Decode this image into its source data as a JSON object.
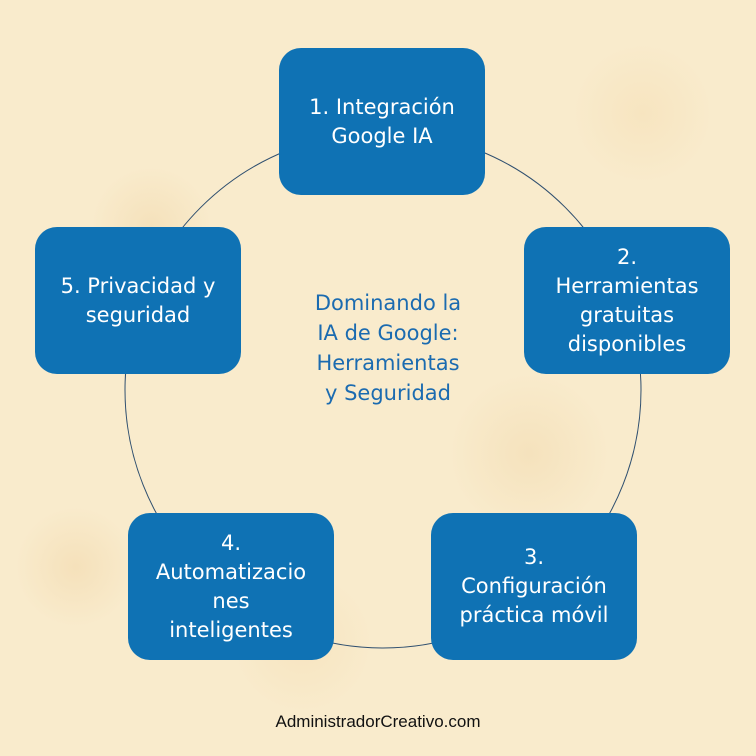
{
  "diagram": {
    "type": "cycle",
    "center_title_lines": [
      "Dominando la",
      "IA de Google:",
      "Herramientas",
      "y Seguridad"
    ],
    "nodes": [
      {
        "lines": [
          "1. Integración",
          "Google IA"
        ]
      },
      {
        "lines": [
          "2.",
          "Herramientas",
          "gratuitas",
          "disponibles"
        ]
      },
      {
        "lines": [
          "3.",
          "Configuración",
          "práctica móvil"
        ]
      },
      {
        "lines": [
          "4.",
          "Automatizacio",
          "nes",
          "inteligentes"
        ]
      },
      {
        "lines": [
          "5. Privacidad y",
          "seguridad"
        ]
      }
    ],
    "colors": {
      "node_fill": "#0f72b4",
      "node_text": "#ffffff",
      "center_text": "#1b6bb0",
      "ring": "#2f4f6f",
      "background": "#f9ebcc"
    }
  },
  "footer": {
    "text": "AdministradorCreativo.com"
  }
}
